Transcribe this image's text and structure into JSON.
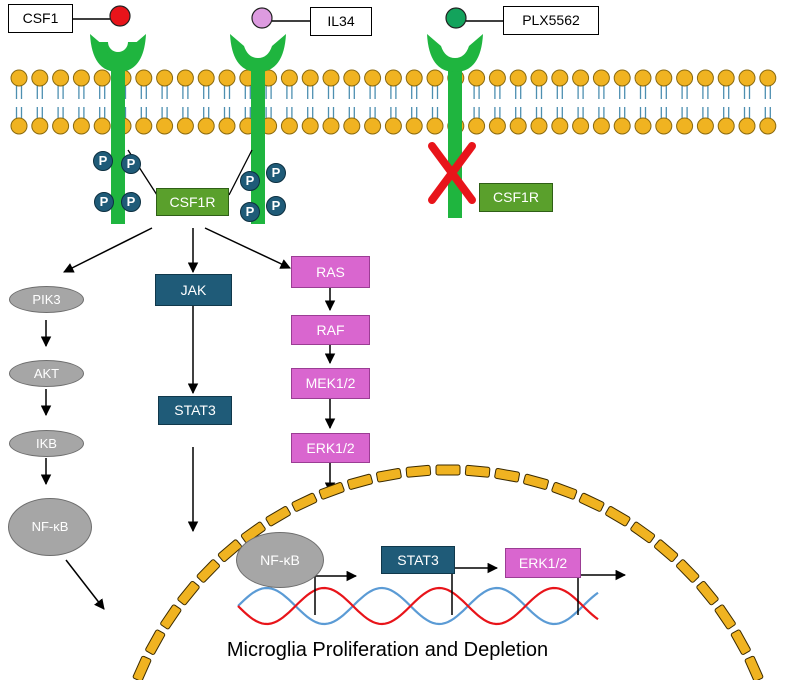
{
  "ligands": {
    "csf1": "CSF1",
    "il34": "IL34",
    "plx5562": "PLX5562"
  },
  "receptor_label": "CSF1R",
  "receptor_label_blocked": "CSF1R",
  "phospho_label": "P",
  "inhibition_mark": "X",
  "pathways": {
    "pi3k": [
      "PIK3",
      "AKT",
      "IKB",
      "NF-κB"
    ],
    "jak": [
      "JAK",
      "STAT3"
    ],
    "mapk": [
      "RAS",
      "RAF",
      "MEK1/2",
      "ERK1/2"
    ]
  },
  "nucleus": {
    "nfkb": "NF-κB",
    "stat3": "STAT3",
    "erk": "ERK1/2"
  },
  "footer": "Microglia Proliferation and Depletion",
  "colors": {
    "receptor_green": "#1fb53f",
    "csf1_red": "#e8141a",
    "il34_pink": "#dd9be0",
    "plx_green": "#13a35c",
    "lipid_head": "#f0b321",
    "membrane_tail": "#4d8fb0",
    "nucleus_dash": "#f0b321",
    "inhibit_red": "#e8141a",
    "teal": "#1f5b78",
    "pink": "#d966cf",
    "grey": "#a6a6a6",
    "dna_blue": "#5b9bd5",
    "dna_red": "#e8141a"
  }
}
